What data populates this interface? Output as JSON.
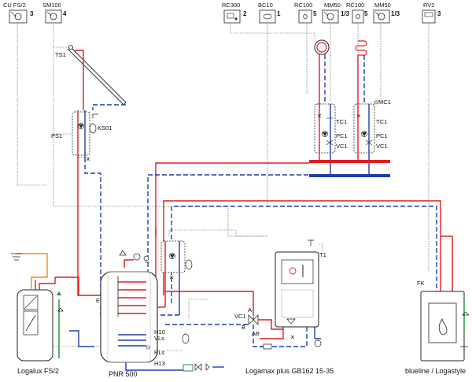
{
  "controls": [
    {
      "label": "CU FS/2",
      "index": "3"
    },
    {
      "label": "SM100",
      "index": "4"
    },
    {
      "label": "RC300",
      "index": "2"
    },
    {
      "label": "BC10",
      "index": "1"
    },
    {
      "label": "RC100",
      "index": "5"
    },
    {
      "label": "MM50",
      "index": "1/3"
    },
    {
      "label": "RC100",
      "index": "5"
    },
    {
      "label": "MM50",
      "index": "1/3"
    },
    {
      "label": "RV2",
      "index": "3"
    }
  ],
  "labels": {
    "ts1": "TS1",
    "ps1": "PS1",
    "ks01": "KS01",
    "mc1": "MC1",
    "tc1": "TC1",
    "pc1": "PC1",
    "vc1": "VC1",
    "t1": "T1",
    "fk": "FK",
    "tank_e": "E",
    "h10": "H10",
    "vl": "VLs",
    "rl": "RLs",
    "h13": "H13",
    "vc1_left": "VC1",
    "port_a": "A",
    "port_b": "B",
    "port_ab": "AB"
  },
  "captions": {
    "fs2": "Logalux FS/2",
    "tank": "PNR 500",
    "boiler": "Logamax plus GB162 15-35",
    "stove": "blueline / Logastyle"
  },
  "colors": {
    "flow": "#e11b22",
    "return": "#1f3fa8",
    "signal": "#555555",
    "ground": "#1a8f3a",
    "solar": "#f08a1c"
  }
}
